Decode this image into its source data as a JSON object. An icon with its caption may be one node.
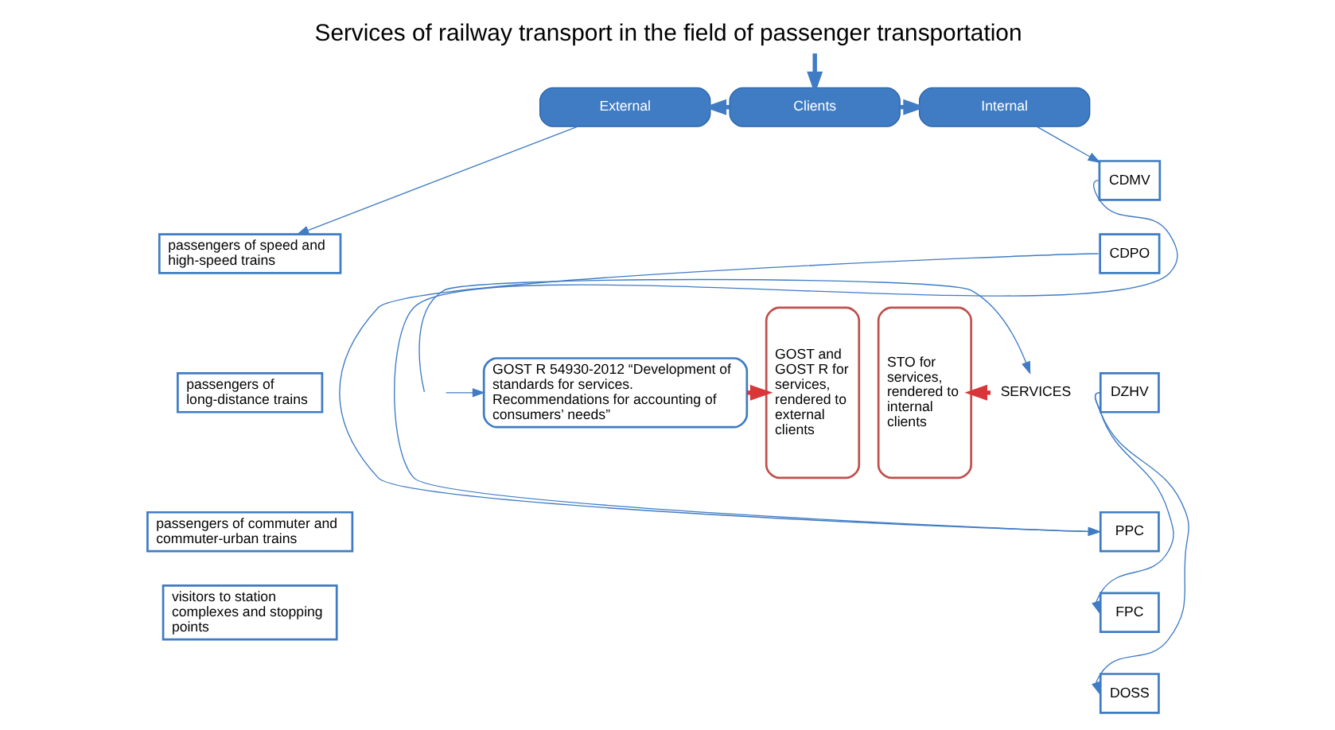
{
  "diagram": {
    "title": "Services of railway transport in the field of passenger transportation",
    "nodes": [
      {
        "text": [
          "External"
        ]
      },
      {
        "text": [
          "Clients"
        ]
      },
      {
        "text": [
          "Internal"
        ]
      },
      {
        "text": [
          "passengers of speed and high-speed trains"
        ]
      },
      {
        "text": [
          "passengers of long-distance trains"
        ]
      },
      {
        "text": [
          "passengers of commuter and commuter-urban trains"
        ]
      },
      {
        "text": [
          "visitors to station complexes and stopping points"
        ]
      },
      {
        "text": [
          "GOST R 54930-2012 “Development of standards for services. Recommendations for accounting of consumers’ needs”"
        ]
      },
      {
        "text": [
          "GOST and GOST R for services, rendered to external clients"
        ]
      },
      {
        "text": [
          "STO for services, rendered to internal clients"
        ]
      },
      {
        "text": [
          "SERVICES"
        ]
      },
      {
        "text": [
          "CDMV"
        ]
      },
      {
        "text": [
          "CDPO"
        ]
      },
      {
        "text": [
          "DZHV"
        ]
      },
      {
        "text": [
          "PPC"
        ]
      },
      {
        "text": [
          "FPC"
        ]
      },
      {
        "text": [
          "DOSS"
        ]
      }
    ],
    "edges": [
      {
        "from": null,
        "to": 1,
        "arrow": "to",
        "style": "thick"
      },
      {
        "from": 1,
        "to": 0,
        "arrow": "to",
        "style": "thick"
      },
      {
        "from": 1,
        "to": 2,
        "arrow": "to",
        "style": "thick"
      },
      {
        "from": 0,
        "to": 3,
        "arrow": "to"
      },
      {
        "from": 2,
        "to": 11,
        "arrow": "to"
      },
      {
        "from": null,
        "to": 7,
        "arrow": "to"
      },
      {
        "from": 7,
        "to": 8,
        "arrow": "to",
        "style": "thick",
        "color": "#d9363a"
      },
      {
        "from": 10,
        "to": 9,
        "arrow": "to",
        "style": "thick",
        "color": "#d9363a"
      },
      {
        "from": null,
        "to": 10,
        "arrow": "to"
      },
      {
        "from": 11,
        "to": 14,
        "arrow": "to"
      },
      {
        "from": 12,
        "to": 14,
        "arrow": "to"
      },
      {
        "from": 13,
        "to": 15,
        "arrow": "to"
      },
      {
        "from": 13,
        "to": 16,
        "arrow": "to"
      }
    ]
  }
}
